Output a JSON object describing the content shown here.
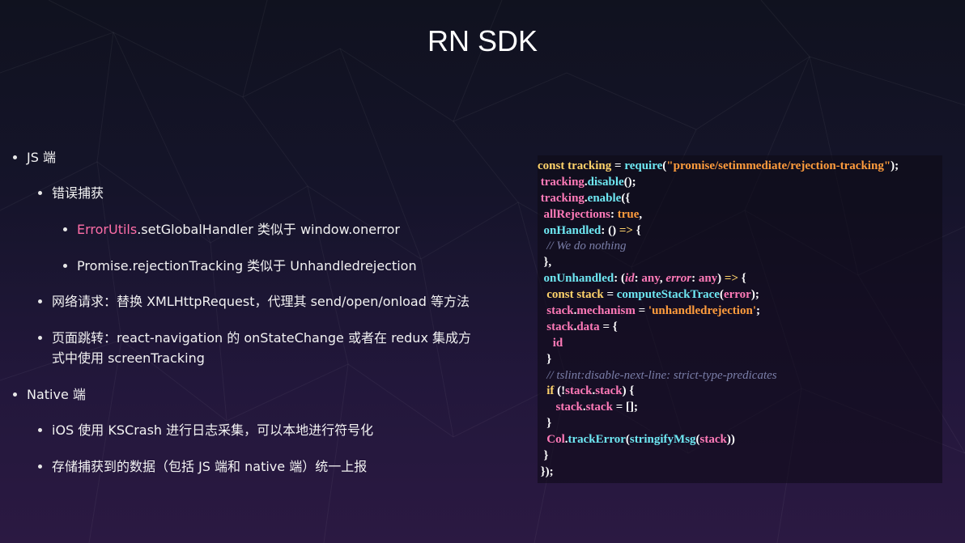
{
  "slide": {
    "title": "RN SDK"
  },
  "bullets": {
    "js_end": "JS 端",
    "error_capture": "错误捕获",
    "error_utils_name": "ErrorUtils",
    "error_utils_rest": ".setGlobalHandler 类似于 window.onerror",
    "promise_tracking": "Promise.rejectionTracking 类似于 Unhandledrejection",
    "network": "网络请求：替换 XMLHttpRequest，代理其 send/open/onload 等方法",
    "page_jump_line1": "页面跳转：react-navigation 的 onStateChange 或者在 redux 集成方",
    "page_jump_line2": "式中使用 screenTracking",
    "native_end": "Native 端",
    "ios": "iOS 使用 KSCrash 进行日志采集，可以本地进行符号化",
    "storage": "存储捕获到的数据（包括 JS 端和 native 端）统一上报"
  },
  "code": {
    "l1": {
      "a": "const ",
      "b": "tracking",
      "c": " = ",
      "d": "require",
      "e": "(",
      "f": "\"promise/setimmediate/rejection-tracking\"",
      "g": ");"
    },
    "l2": {
      "a": " tracking",
      "b": ".",
      "c": "disable",
      "d": "();"
    },
    "l3": {
      "a": " tracking",
      "b": ".",
      "c": "enable",
      "d": "({"
    },
    "l4": {
      "a": "  allRejections",
      "b": ": ",
      "c": "true",
      "d": ","
    },
    "l5": {
      "a": "  onHandled",
      "b": ": () ",
      "c": "=>",
      "d": " {"
    },
    "l6": {
      "a": "   // We do nothing"
    },
    "l7": {
      "a": "  },"
    },
    "l8": {
      "a": "  onUnhandled",
      "b": ": (",
      "c": "id",
      "d": ": ",
      "e": "any",
      "f": ", ",
      "g": "error",
      "h": ": ",
      "i": "any",
      "j": ") ",
      "k": "=>",
      "l": " {"
    },
    "l9": {
      "a": "   const ",
      "b": "stack",
      "c": " = ",
      "d": "computeStackTrace",
      "e": "(",
      "f": "error",
      "g": ");"
    },
    "l10": {
      "a": "   stack",
      "b": ".",
      "c": "mechanism",
      "d": " = ",
      "e": "'unhandledrejection'",
      "f": ";"
    },
    "l11": {
      "a": "   stack",
      "b": ".",
      "c": "data",
      "d": " = {"
    },
    "l12": {
      "a": "     id"
    },
    "l13": {
      "a": "   }"
    },
    "l14": {
      "a": "   // tslint:disable-next-line: strict-type-predicates"
    },
    "l15": {
      "a": "   if",
      "b": " (!",
      "c": "stack",
      "d": ".",
      "e": "stack",
      "f": ") {"
    },
    "l16": {
      "a": "      stack",
      "b": ".",
      "c": "stack",
      "d": " = [];"
    },
    "l17": {
      "a": "   }"
    },
    "l18": {
      "a": "   Col",
      "b": ".",
      "c": "trackError",
      "d": "(",
      "e": "stringifyMsg",
      "f": "(",
      "g": "stack",
      "h": "))"
    },
    "l19": {
      "a": "  }"
    },
    "l20": {
      "a": " });"
    }
  },
  "colors": {
    "keyword": "#ffd36b",
    "function": "#6ee7f2",
    "string": "#ff9c3d",
    "property": "#ff7ab8",
    "comment": "#7a7ea8",
    "highlight": "#ff6ea8"
  }
}
